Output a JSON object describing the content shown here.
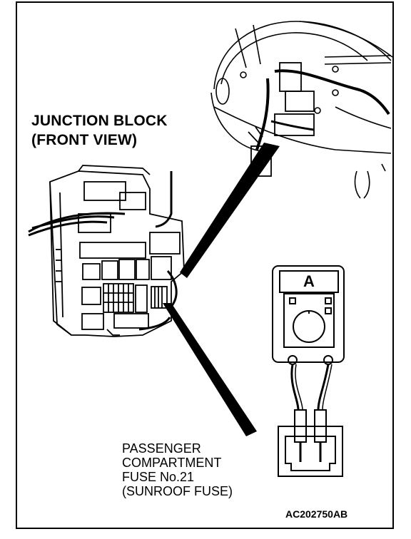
{
  "title": {
    "line1": "JUNCTION BLOCK",
    "line2": "(FRONT VIEW)"
  },
  "fuse_label": {
    "line1": "PASSENGER",
    "line2": "COMPARTMENT",
    "line3": "FUSE No.21",
    "line4": "(SUNROOF FUSE)"
  },
  "meter": {
    "symbol": "A"
  },
  "figure_code": "AC202750AB",
  "colors": {
    "ink": "#000000",
    "paper": "#ffffff"
  }
}
